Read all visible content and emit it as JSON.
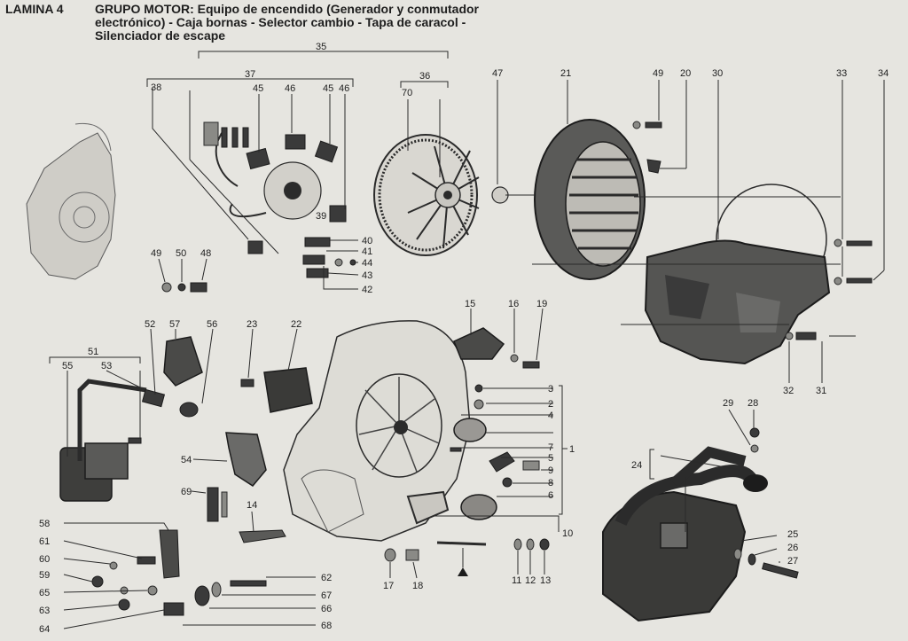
{
  "header": {
    "lamina": "LAMINA 4",
    "group_bold": "GRUPO MOTOR:",
    "group_line1": "Equipo de encendido (Generador y conmutador",
    "group_line2": "electrónico) - Caja bornas - Selector cambio - Tapa de caracol -",
    "group_line3": "Silenciador de escape"
  },
  "callouts": [
    "1",
    "2",
    "3",
    "4",
    "5",
    "6",
    "7",
    "8",
    "9",
    "10",
    "11",
    "12",
    "13",
    "14",
    "15",
    "16",
    "17",
    "18",
    "19",
    "20",
    "21",
    "22",
    "23",
    "24",
    "25",
    "26",
    "27",
    "28",
    "29",
    "30",
    "31",
    "32",
    "33",
    "34",
    "35",
    "36",
    "37",
    "38",
    "39",
    "40",
    "41",
    "42",
    "43",
    "44",
    "45",
    "46",
    "47",
    "48",
    "49",
    "50",
    "51",
    "52",
    "53",
    "54",
    "55",
    "56",
    "57",
    "58",
    "59",
    "60",
    "61",
    "62",
    "63",
    "64",
    "65",
    "66",
    "67",
    "68",
    "69",
    "70"
  ],
  "parts_shown": [
    "generator-stator",
    "flywheel",
    "flywheel-cover",
    "fan-cowl",
    "engine-housing",
    "ignition-coil",
    "spark-plug",
    "spark-plug-cap",
    "gear-selector",
    "exhaust-silencer"
  ],
  "colors": {
    "paper": "#e6e5e0",
    "ink": "#1e1e1e",
    "shade": "#3a3a3a"
  }
}
